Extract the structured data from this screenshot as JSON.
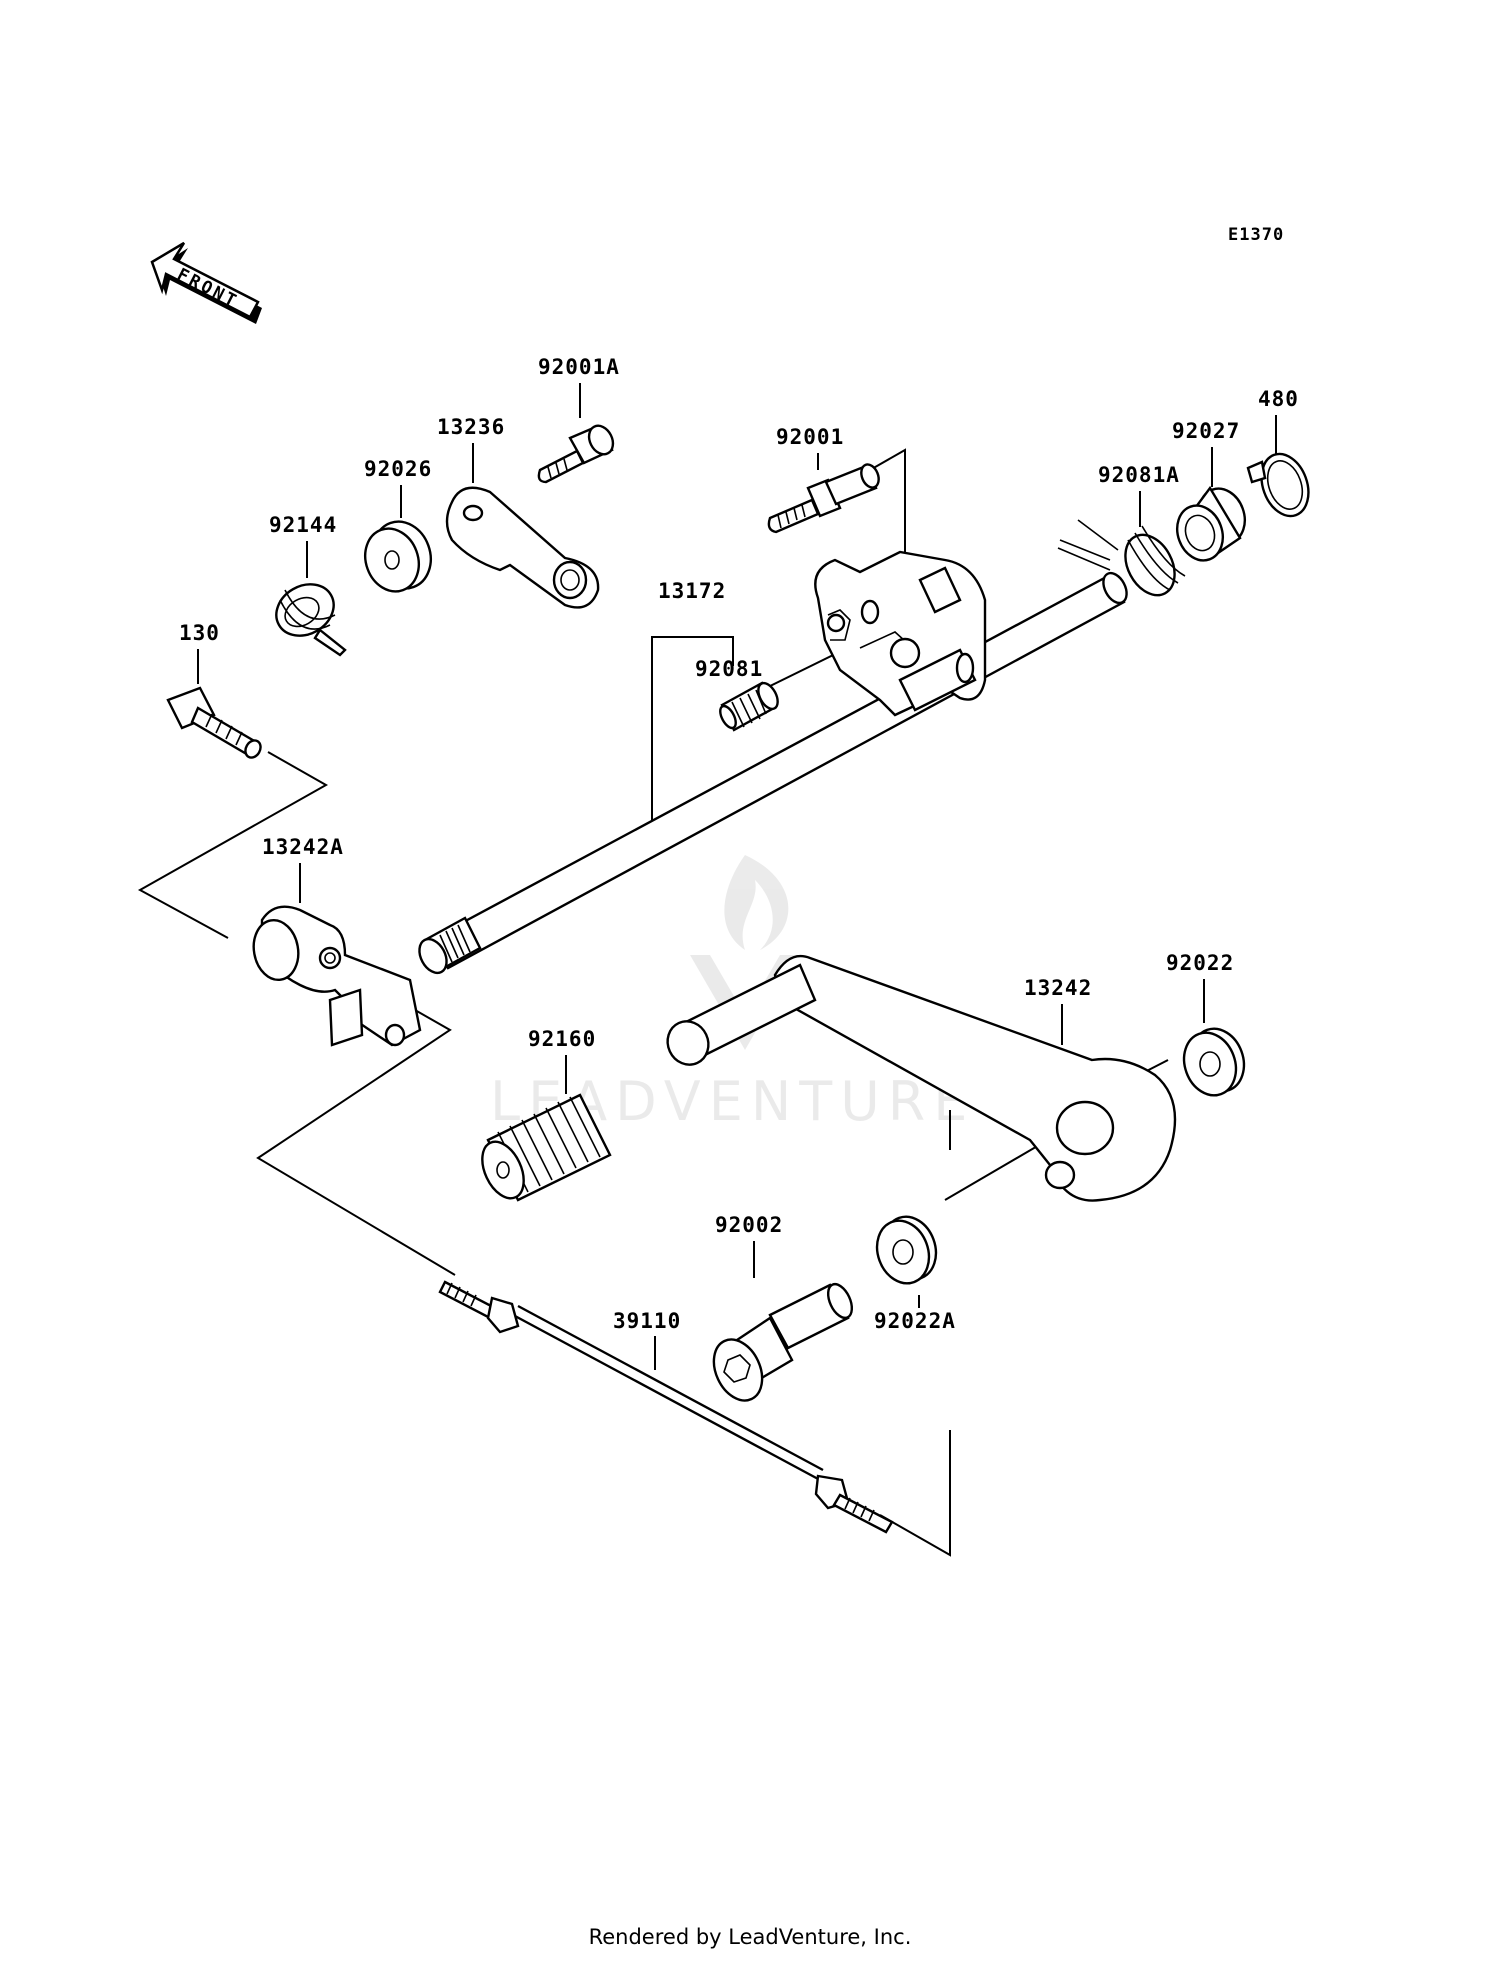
{
  "diagram_code": "E1370",
  "front_label": "FRONT",
  "watermark_text": "LEADVENTURE",
  "footer_text": "Rendered by LeadVenture, Inc.",
  "parts": [
    {
      "id": "92001A",
      "name": "bolt"
    },
    {
      "id": "13236",
      "name": "lever"
    },
    {
      "id": "92026",
      "name": "spacer"
    },
    {
      "id": "92144",
      "name": "spring"
    },
    {
      "id": "130",
      "name": "bolt"
    },
    {
      "id": "13242A",
      "name": "lever"
    },
    {
      "id": "92001",
      "name": "bolt"
    },
    {
      "id": "13172",
      "name": "shift-shaft"
    },
    {
      "id": "92081",
      "name": "spring"
    },
    {
      "id": "92081A",
      "name": "spring"
    },
    {
      "id": "92027",
      "name": "collar"
    },
    {
      "id": "480",
      "name": "circlip"
    },
    {
      "id": "92022",
      "name": "washer"
    },
    {
      "id": "13242",
      "name": "shift-pedal"
    },
    {
      "id": "92160",
      "name": "rubber"
    },
    {
      "id": "92002",
      "name": "bolt"
    },
    {
      "id": "92022A",
      "name": "washer"
    },
    {
      "id": "39110",
      "name": "tie-rod"
    }
  ]
}
